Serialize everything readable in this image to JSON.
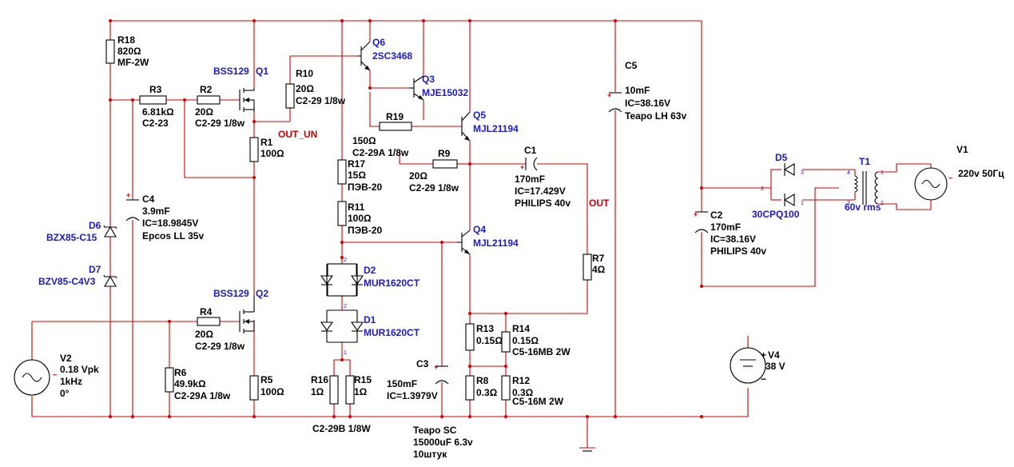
{
  "net_labels": {
    "out_un": "OUT_UN",
    "out": "OUT"
  },
  "resistors": {
    "R18": {
      "ref": "R18",
      "value": "820Ω",
      "type": "MF-2W"
    },
    "R3": {
      "ref": "R3",
      "value": "6.81kΩ",
      "type": "C2-23"
    },
    "R2": {
      "ref": "R2",
      "value": "20Ω",
      "type": "C2-29 1/8w"
    },
    "R10": {
      "ref": "R10",
      "value": "20Ω",
      "type": "C2-29 1/8w"
    },
    "R1": {
      "ref": "R1",
      "value": "100Ω"
    },
    "R19": {
      "ref": "R19",
      "value": "150Ω",
      "type": "C2-29A 1/8w"
    },
    "R9": {
      "ref": "R9",
      "value": "20Ω",
      "type": "C2-29 1/8w"
    },
    "R17": {
      "ref": "R17",
      "value": "15Ω",
      "type": "ПЭВ-20"
    },
    "R11": {
      "ref": "R11",
      "value": "100Ω",
      "type": "ПЭВ-20"
    },
    "R4": {
      "ref": "R4",
      "value": "20Ω",
      "type": "C2-29 1/8w"
    },
    "R6": {
      "ref": "R6",
      "value": "49.9kΩ",
      "type": "C2-29A 1/8w"
    },
    "R5": {
      "ref": "R5",
      "value": "100Ω"
    },
    "R16": {
      "ref": "R16",
      "value": "1Ω"
    },
    "R15": {
      "ref": "R15",
      "value": "1Ω"
    },
    "R15_R16_type": "C2-29B 1/8W",
    "R7": {
      "ref": "R7",
      "value": "4Ω"
    },
    "R13": {
      "ref": "R13",
      "value": "0.15Ω"
    },
    "R14": {
      "ref": "R14",
      "value": "0.15Ω",
      "type": "C5-16MB 2W"
    },
    "R8": {
      "ref": "R8",
      "value": "0.3Ω"
    },
    "R12": {
      "ref": "R12",
      "value": "0.3Ω",
      "type": "C5-16M 2W"
    }
  },
  "capacitors": {
    "C4": {
      "ref": "C4",
      "value": "3.9mF",
      "ic": "IC=18.9845V",
      "type": "Epcos LL 35v"
    },
    "C1": {
      "ref": "C1",
      "value": "170mF",
      "ic": "IC=17.429V",
      "type": "PHILIPS 40v"
    },
    "C5": {
      "ref": "C5",
      "value": "10mF",
      "ic": "IC=38.16V",
      "type": "Teapo LH 63v"
    },
    "C2": {
      "ref": "C2",
      "value": "170mF",
      "ic": "IC=38.16V",
      "type": "PHILIPS 40v"
    },
    "C3": {
      "ref": "C3",
      "value": "150mF",
      "ic": "IC=1.3979V",
      "note1": "Teapo SC",
      "note2": "15000uF 6.3v",
      "note3": "10штук"
    }
  },
  "transistors": {
    "Q1": {
      "part": "BSS129",
      "ref": "Q1"
    },
    "Q2": {
      "part": "BSS129",
      "ref": "Q2"
    },
    "Q6": {
      "ref": "Q6",
      "part": "2SC3468"
    },
    "Q3": {
      "ref": "Q3",
      "part": "MJE15032"
    },
    "Q5": {
      "ref": "Q5",
      "part": "MJL21194"
    },
    "Q4": {
      "ref": "Q4",
      "part": "MJL21194"
    }
  },
  "diodes": {
    "D6": {
      "ref": "D6",
      "part": "BZX85-C15"
    },
    "D7": {
      "ref": "D7",
      "part": "BZV85-C4V3"
    },
    "D2": {
      "ref": "D2",
      "part": "MUR1620CT"
    },
    "D1": {
      "ref": "D1",
      "part": "MUR1620CT"
    },
    "D5": {
      "ref": "D5",
      "part": "30CPQ100"
    }
  },
  "sources": {
    "V2": {
      "ref": "V2",
      "amplitude": "0.18 Vpk",
      "freq": "1kHz",
      "phase": "0°"
    },
    "V1": {
      "ref": "V1",
      "value": "220v 50Гц"
    },
    "V4": {
      "ref": "V4",
      "value": "38 V"
    }
  },
  "transformer": {
    "ref": "T1",
    "value": "60v rms"
  },
  "pin_numbers": {
    "p1": "1",
    "p2": "2",
    "p3": "3",
    "p4": "4"
  },
  "polarity": {
    "plus": "+",
    "minus": "−",
    "tilde": "~"
  }
}
